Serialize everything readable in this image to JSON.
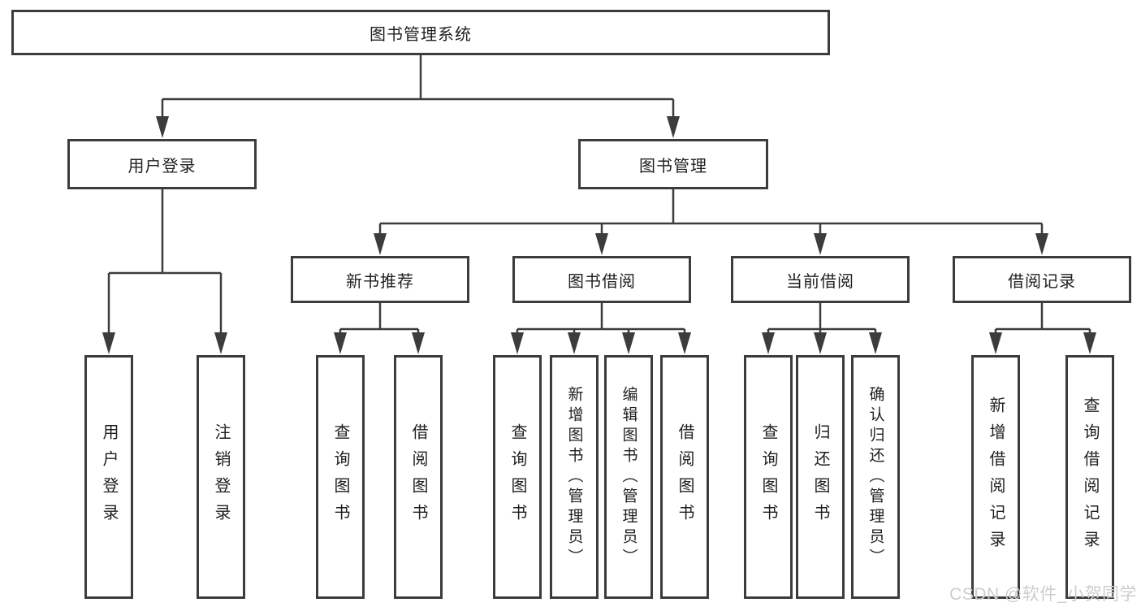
{
  "diagram": {
    "root": {
      "label": "图书管理系统",
      "children": [
        {
          "label": "用户登录",
          "children": [
            {
              "label": "用户登录"
            },
            {
              "label": "注销登录"
            }
          ]
        },
        {
          "label": "图书管理",
          "children": [
            {
              "label": "新书推荐",
              "children": [
                {
                  "label": "查询图书"
                },
                {
                  "label": "借阅图书"
                }
              ]
            },
            {
              "label": "图书借阅",
              "children": [
                {
                  "label": "查询图书"
                },
                {
                  "label": "新增图书（管理员）"
                },
                {
                  "label": "编辑图书（管理员）"
                },
                {
                  "label": "借阅图书"
                }
              ]
            },
            {
              "label": "当前借阅",
              "children": [
                {
                  "label": "查询图书"
                },
                {
                  "label": "归还图书"
                },
                {
                  "label": "确认归还（管理员）"
                }
              ]
            },
            {
              "label": "借阅记录",
              "children": [
                {
                  "label": "新增借阅记录"
                },
                {
                  "label": "查询借阅记录"
                }
              ]
            }
          ]
        }
      ]
    }
  },
  "watermark": {
    "text": "CSDN @软件_小贺同学"
  },
  "colors": {
    "line": "#3c3c3c",
    "text": "#1f1f1f",
    "watermark": "#cdcdcd",
    "background": "#ffffff"
  }
}
